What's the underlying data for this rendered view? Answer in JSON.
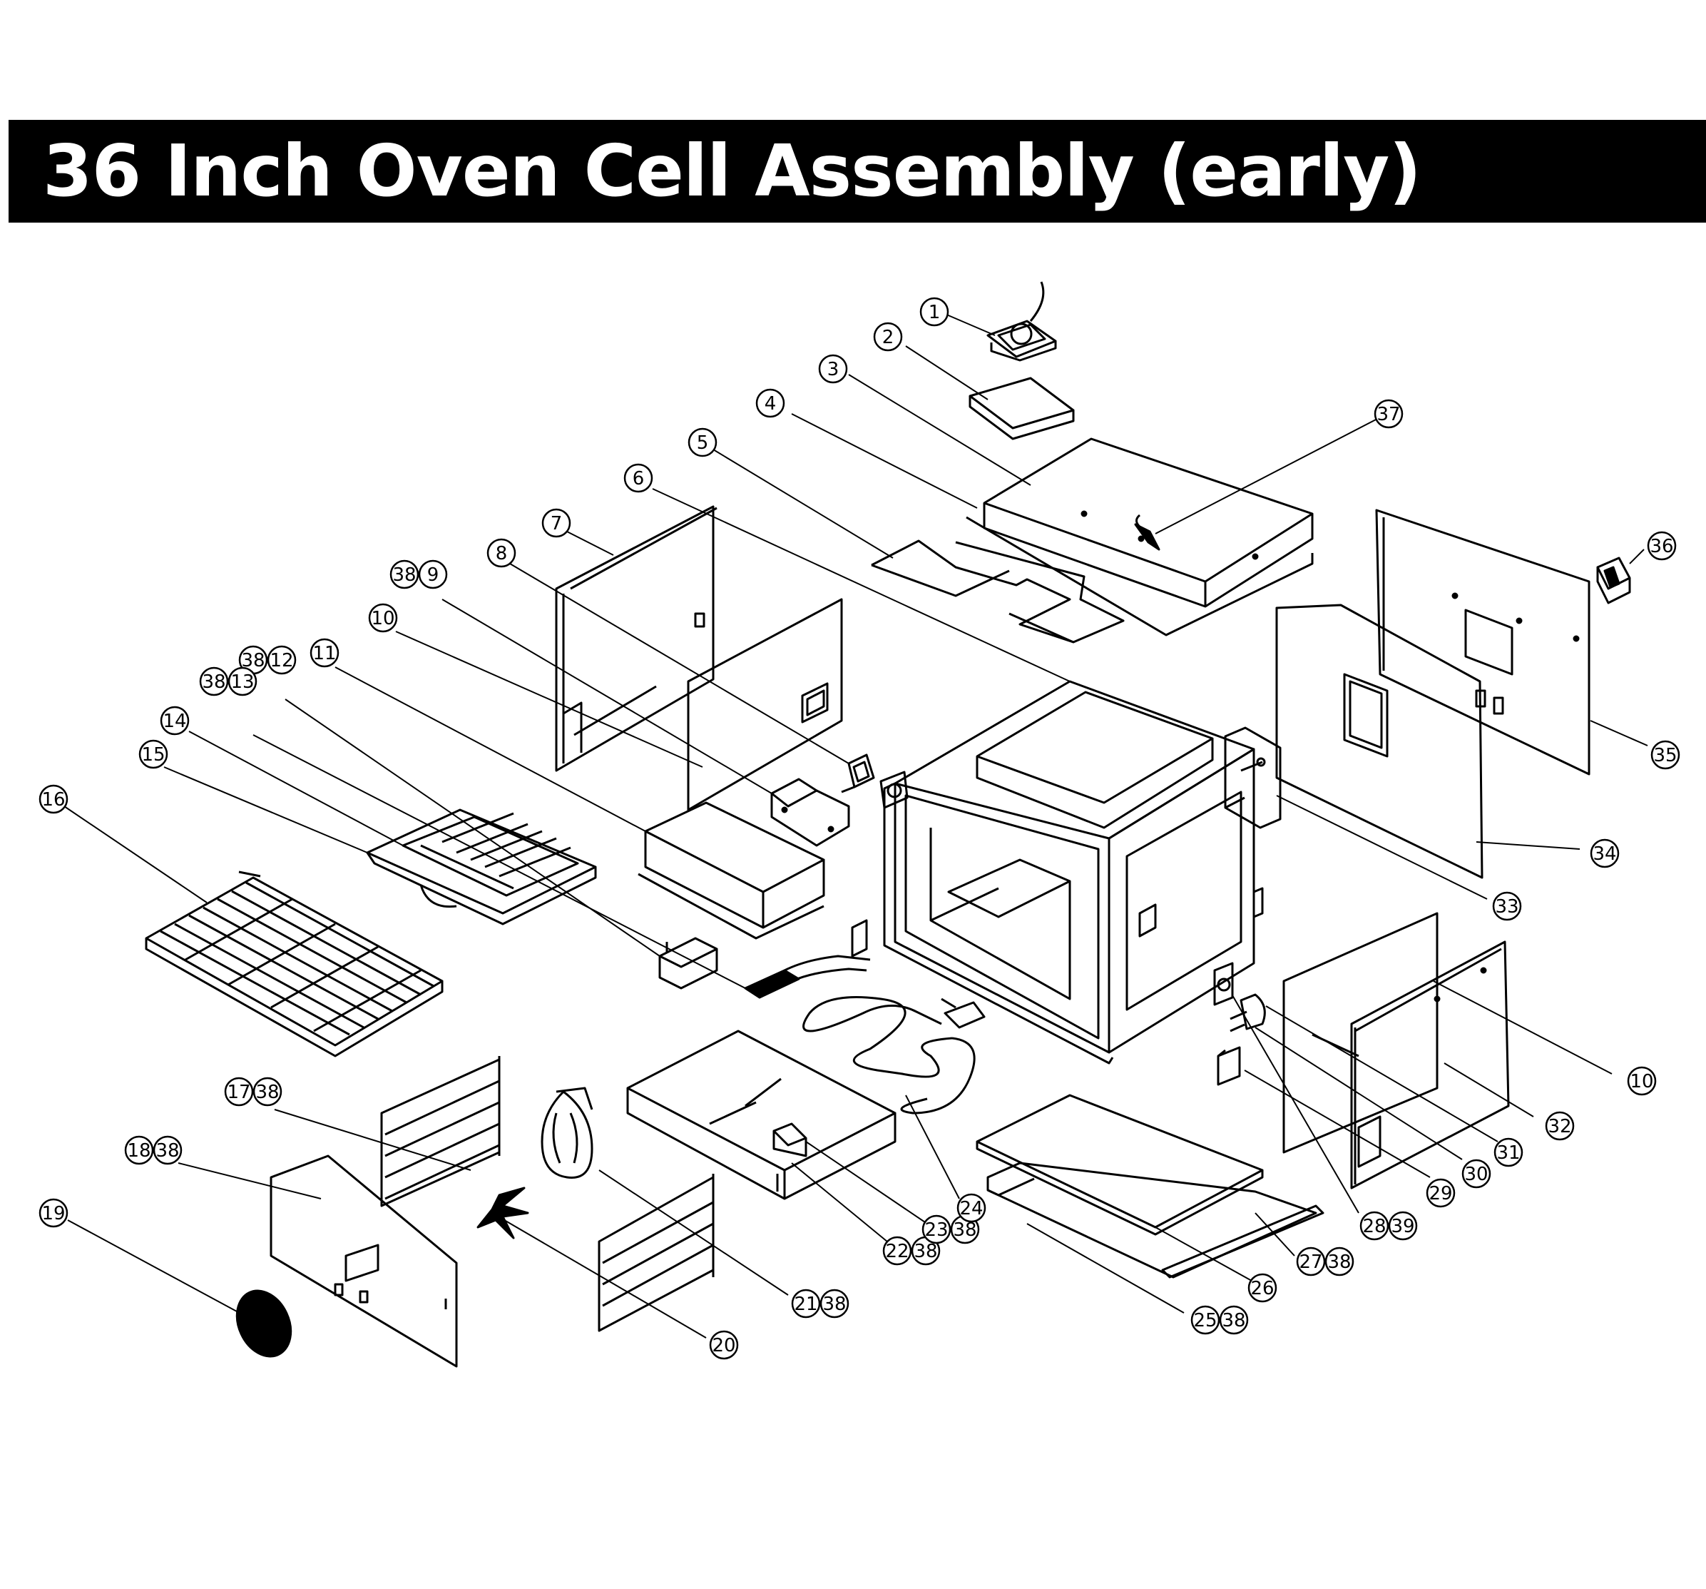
{
  "title": "36 Inch Oven Cell Assembly (early)",
  "callouts": [
    {
      "id": "c1",
      "nums": [
        "1"
      ]
    },
    {
      "id": "c2",
      "nums": [
        "2"
      ]
    },
    {
      "id": "c3",
      "nums": [
        "3"
      ]
    },
    {
      "id": "c4",
      "nums": [
        "4"
      ]
    },
    {
      "id": "c5",
      "nums": [
        "5"
      ]
    },
    {
      "id": "c6",
      "nums": [
        "6"
      ]
    },
    {
      "id": "c7",
      "nums": [
        "7"
      ]
    },
    {
      "id": "c8",
      "nums": [
        "8"
      ]
    },
    {
      "id": "c9",
      "nums": [
        "38",
        "9"
      ]
    },
    {
      "id": "c10a",
      "nums": [
        "10"
      ]
    },
    {
      "id": "c11",
      "nums": [
        "11"
      ]
    },
    {
      "id": "c12",
      "nums": [
        "38",
        "12"
      ]
    },
    {
      "id": "c13",
      "nums": [
        "38",
        "13"
      ]
    },
    {
      "id": "c14",
      "nums": [
        "14"
      ]
    },
    {
      "id": "c15",
      "nums": [
        "15"
      ]
    },
    {
      "id": "c16",
      "nums": [
        "16"
      ]
    },
    {
      "id": "c17",
      "nums": [
        "17",
        "38"
      ]
    },
    {
      "id": "c18",
      "nums": [
        "18",
        "38"
      ]
    },
    {
      "id": "c19",
      "nums": [
        "19"
      ]
    },
    {
      "id": "c20",
      "nums": [
        "20"
      ]
    },
    {
      "id": "c21",
      "nums": [
        "21",
        "38"
      ]
    },
    {
      "id": "c22",
      "nums": [
        "22",
        "38"
      ]
    },
    {
      "id": "c23",
      "nums": [
        "23",
        "38"
      ]
    },
    {
      "id": "c24",
      "nums": [
        "24"
      ]
    },
    {
      "id": "c25",
      "nums": [
        "25",
        "38"
      ]
    },
    {
      "id": "c26",
      "nums": [
        "26"
      ]
    },
    {
      "id": "c27",
      "nums": [
        "27",
        "38"
      ]
    },
    {
      "id": "c28",
      "nums": [
        "28",
        "39"
      ]
    },
    {
      "id": "c29",
      "nums": [
        "29"
      ]
    },
    {
      "id": "c30",
      "nums": [
        "30"
      ]
    },
    {
      "id": "c31",
      "nums": [
        "31"
      ]
    },
    {
      "id": "c32",
      "nums": [
        "32"
      ]
    },
    {
      "id": "c10b",
      "nums": [
        "10"
      ]
    },
    {
      "id": "c33",
      "nums": [
        "33"
      ]
    },
    {
      "id": "c34",
      "nums": [
        "34"
      ]
    },
    {
      "id": "c35",
      "nums": [
        "35"
      ]
    },
    {
      "id": "c36",
      "nums": [
        "36"
      ]
    },
    {
      "id": "c37",
      "nums": [
        "37"
      ]
    }
  ]
}
